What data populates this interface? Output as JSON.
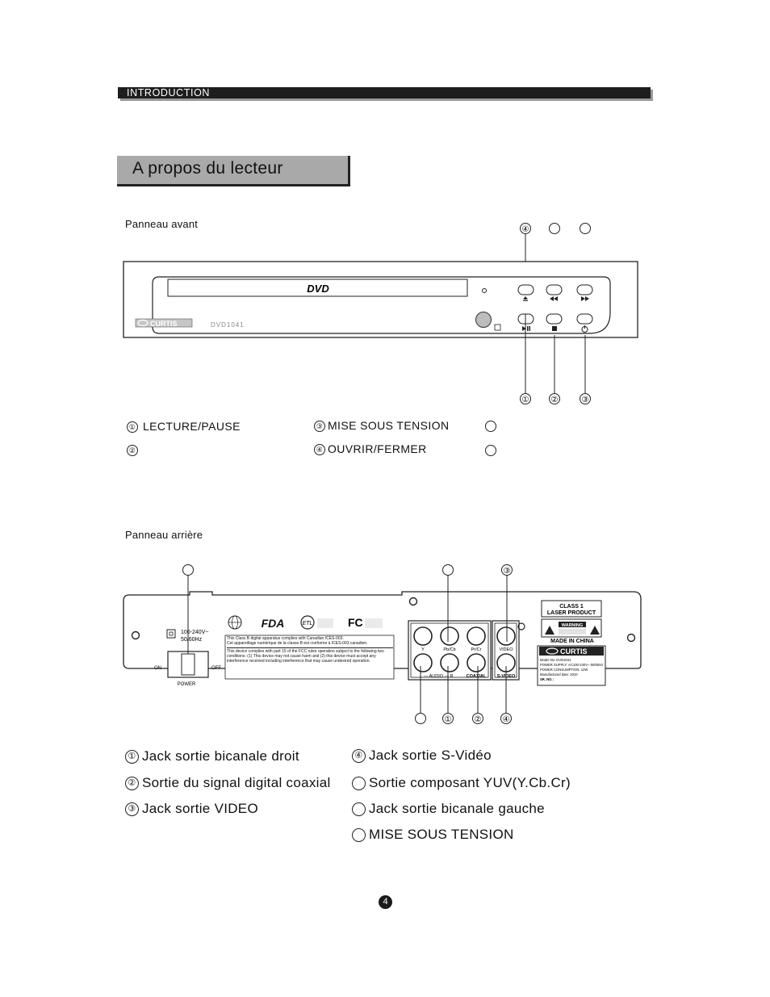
{
  "header": {
    "section": "INTRODUCTION",
    "title": "A propos  du lecteur"
  },
  "front_panel": {
    "heading": "Panneau avant",
    "brand": "CURTIS",
    "model": "DVD1041",
    "disc_label": "DVD",
    "callouts_top": [
      "④",
      "",
      ""
    ],
    "callouts_bottom": [
      "①",
      "②",
      "③"
    ],
    "legend": [
      {
        "num": "①",
        "label": "LECTURE/PAUSE"
      },
      {
        "num": "②",
        "label": ""
      },
      {
        "num": "③",
        "label": "MISE SOUS TENSION"
      },
      {
        "num": "④",
        "label": "OUVRIR/FERMER"
      },
      {
        "num": "",
        "label": ""
      },
      {
        "num": "",
        "label": ""
      }
    ]
  },
  "rear_panel": {
    "heading": "Panneau arrière",
    "callouts_top": [
      "",
      "",
      "③"
    ],
    "callouts_bottom": [
      "",
      "①",
      "②",
      "④"
    ],
    "voltage": "100-240V~",
    "frequency": "50/60Hz",
    "power_label": "POWER",
    "on_label": "ON",
    "off_label": "OFF",
    "canada_notice_en": "This Class B digital apparatus complies with Canadian ICES-003.",
    "canada_notice_fr": "Cet appareillage numérique de la classe B est conforme à ICES-003 canadien.",
    "fcc_notice": "This device complies with part 15 of the FCC rules operation subject to the following two conditions: (1) This device may not cause harm and (2) this device must accept any interference received including interference that may cause undesired operation.",
    "jack_y": "Y",
    "jack_pb": "Pb/Cb",
    "jack_pr": "Pr/Cr",
    "jack_video": "VIDEO",
    "jack_audio": "L — AUDIO — R",
    "jack_coaxial": "COAXIAL",
    "jack_svideo": "S-VIDEO",
    "class_label_1": "CLASS 1",
    "class_label_2": "LASER PRODUCT",
    "warning": "WARNING",
    "made_in": "MADE IN CHINA",
    "brand": "CURTIS",
    "model_no": "Model No: DVD1041",
    "power_supply": "POWER SUPPLY: AC100-240V~ 50/60Hz",
    "power_consumption": "POWER CONSUMPTION: 12W",
    "manufactured": "Manufactured date: 2010",
    "serial": "SR. NO.:",
    "legend": [
      {
        "num": "①",
        "label": "Jack sortie bicanale droit"
      },
      {
        "num": "②",
        "label": "Sortie du signal digital coaxial"
      },
      {
        "num": "③",
        "label": "Jack sortie VIDEO"
      },
      {
        "num": "④",
        "label": "Jack sortie S-Vidéo"
      },
      {
        "num": "",
        "label": "Sortie composant YUV(Y.Cb.Cr)"
      },
      {
        "num": "",
        "label": "Jack sortie bicanale  gauche"
      },
      {
        "num": "",
        "label": "MISE SOUS TENSION"
      }
    ]
  },
  "footer": {
    "page": "4"
  }
}
